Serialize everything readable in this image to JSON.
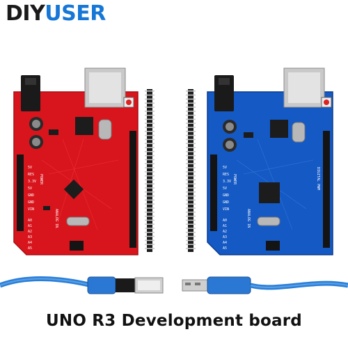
{
  "brand": {
    "part1": "DIY",
    "part2": "USER"
  },
  "caption": "UNO R3 Development board",
  "colors": {
    "red_board": "#d8141c",
    "blue_board": "#1459c4",
    "cable": "#2a7fd8",
    "brand_blue": "#1677d6"
  },
  "boards": {
    "red": {
      "power_label": "POWER",
      "analog_label": "ANALOG IN",
      "pins": [
        "5V",
        "RES",
        "3.3V",
        "5V",
        "GND",
        "GND",
        "VIN"
      ],
      "analog_pins": [
        "A0",
        "A1",
        "A2",
        "A3",
        "A4",
        "A5"
      ]
    },
    "blue": {
      "power_label": "POWER",
      "analog_label": "ANALOG IN",
      "digital_label": "DIGITAL PWM",
      "pins": [
        "5V",
        "RES",
        "3.3V",
        "5V",
        "GND",
        "GND",
        "VIN"
      ],
      "analog_pins": [
        "A0",
        "A1",
        "A2",
        "A3",
        "A4",
        "A5"
      ]
    }
  }
}
